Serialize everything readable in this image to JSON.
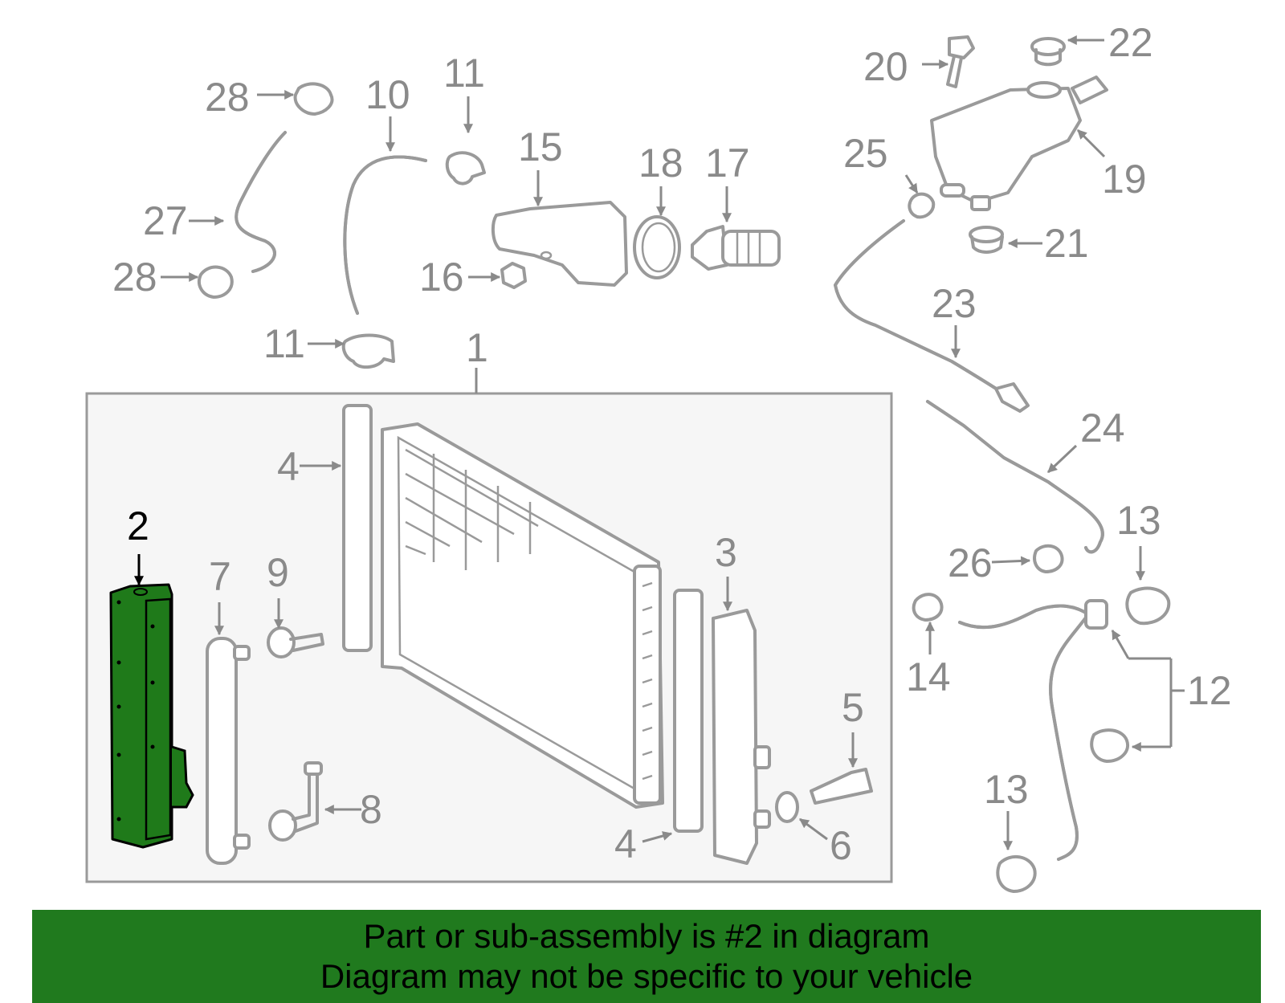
{
  "banner": {
    "line1": "Part or sub-assembly is #2 in diagram",
    "line2": "Diagram may not be specific to your vehicle"
  },
  "colors": {
    "highlight_part": "#1f7a1a",
    "banner": "#207a1e",
    "line_art": "#9a9a9a",
    "assembly_box_fill": "#f6f6f6"
  },
  "callouts": [
    "1",
    "2",
    "3",
    "4",
    "4",
    "5",
    "6",
    "7",
    "8",
    "9",
    "10",
    "11",
    "11",
    "12",
    "13",
    "13",
    "14",
    "15",
    "16",
    "17",
    "18",
    "19",
    "20",
    "21",
    "22",
    "23",
    "24",
    "25",
    "26",
    "27",
    "28",
    "28"
  ],
  "highlighted_callout": "2"
}
